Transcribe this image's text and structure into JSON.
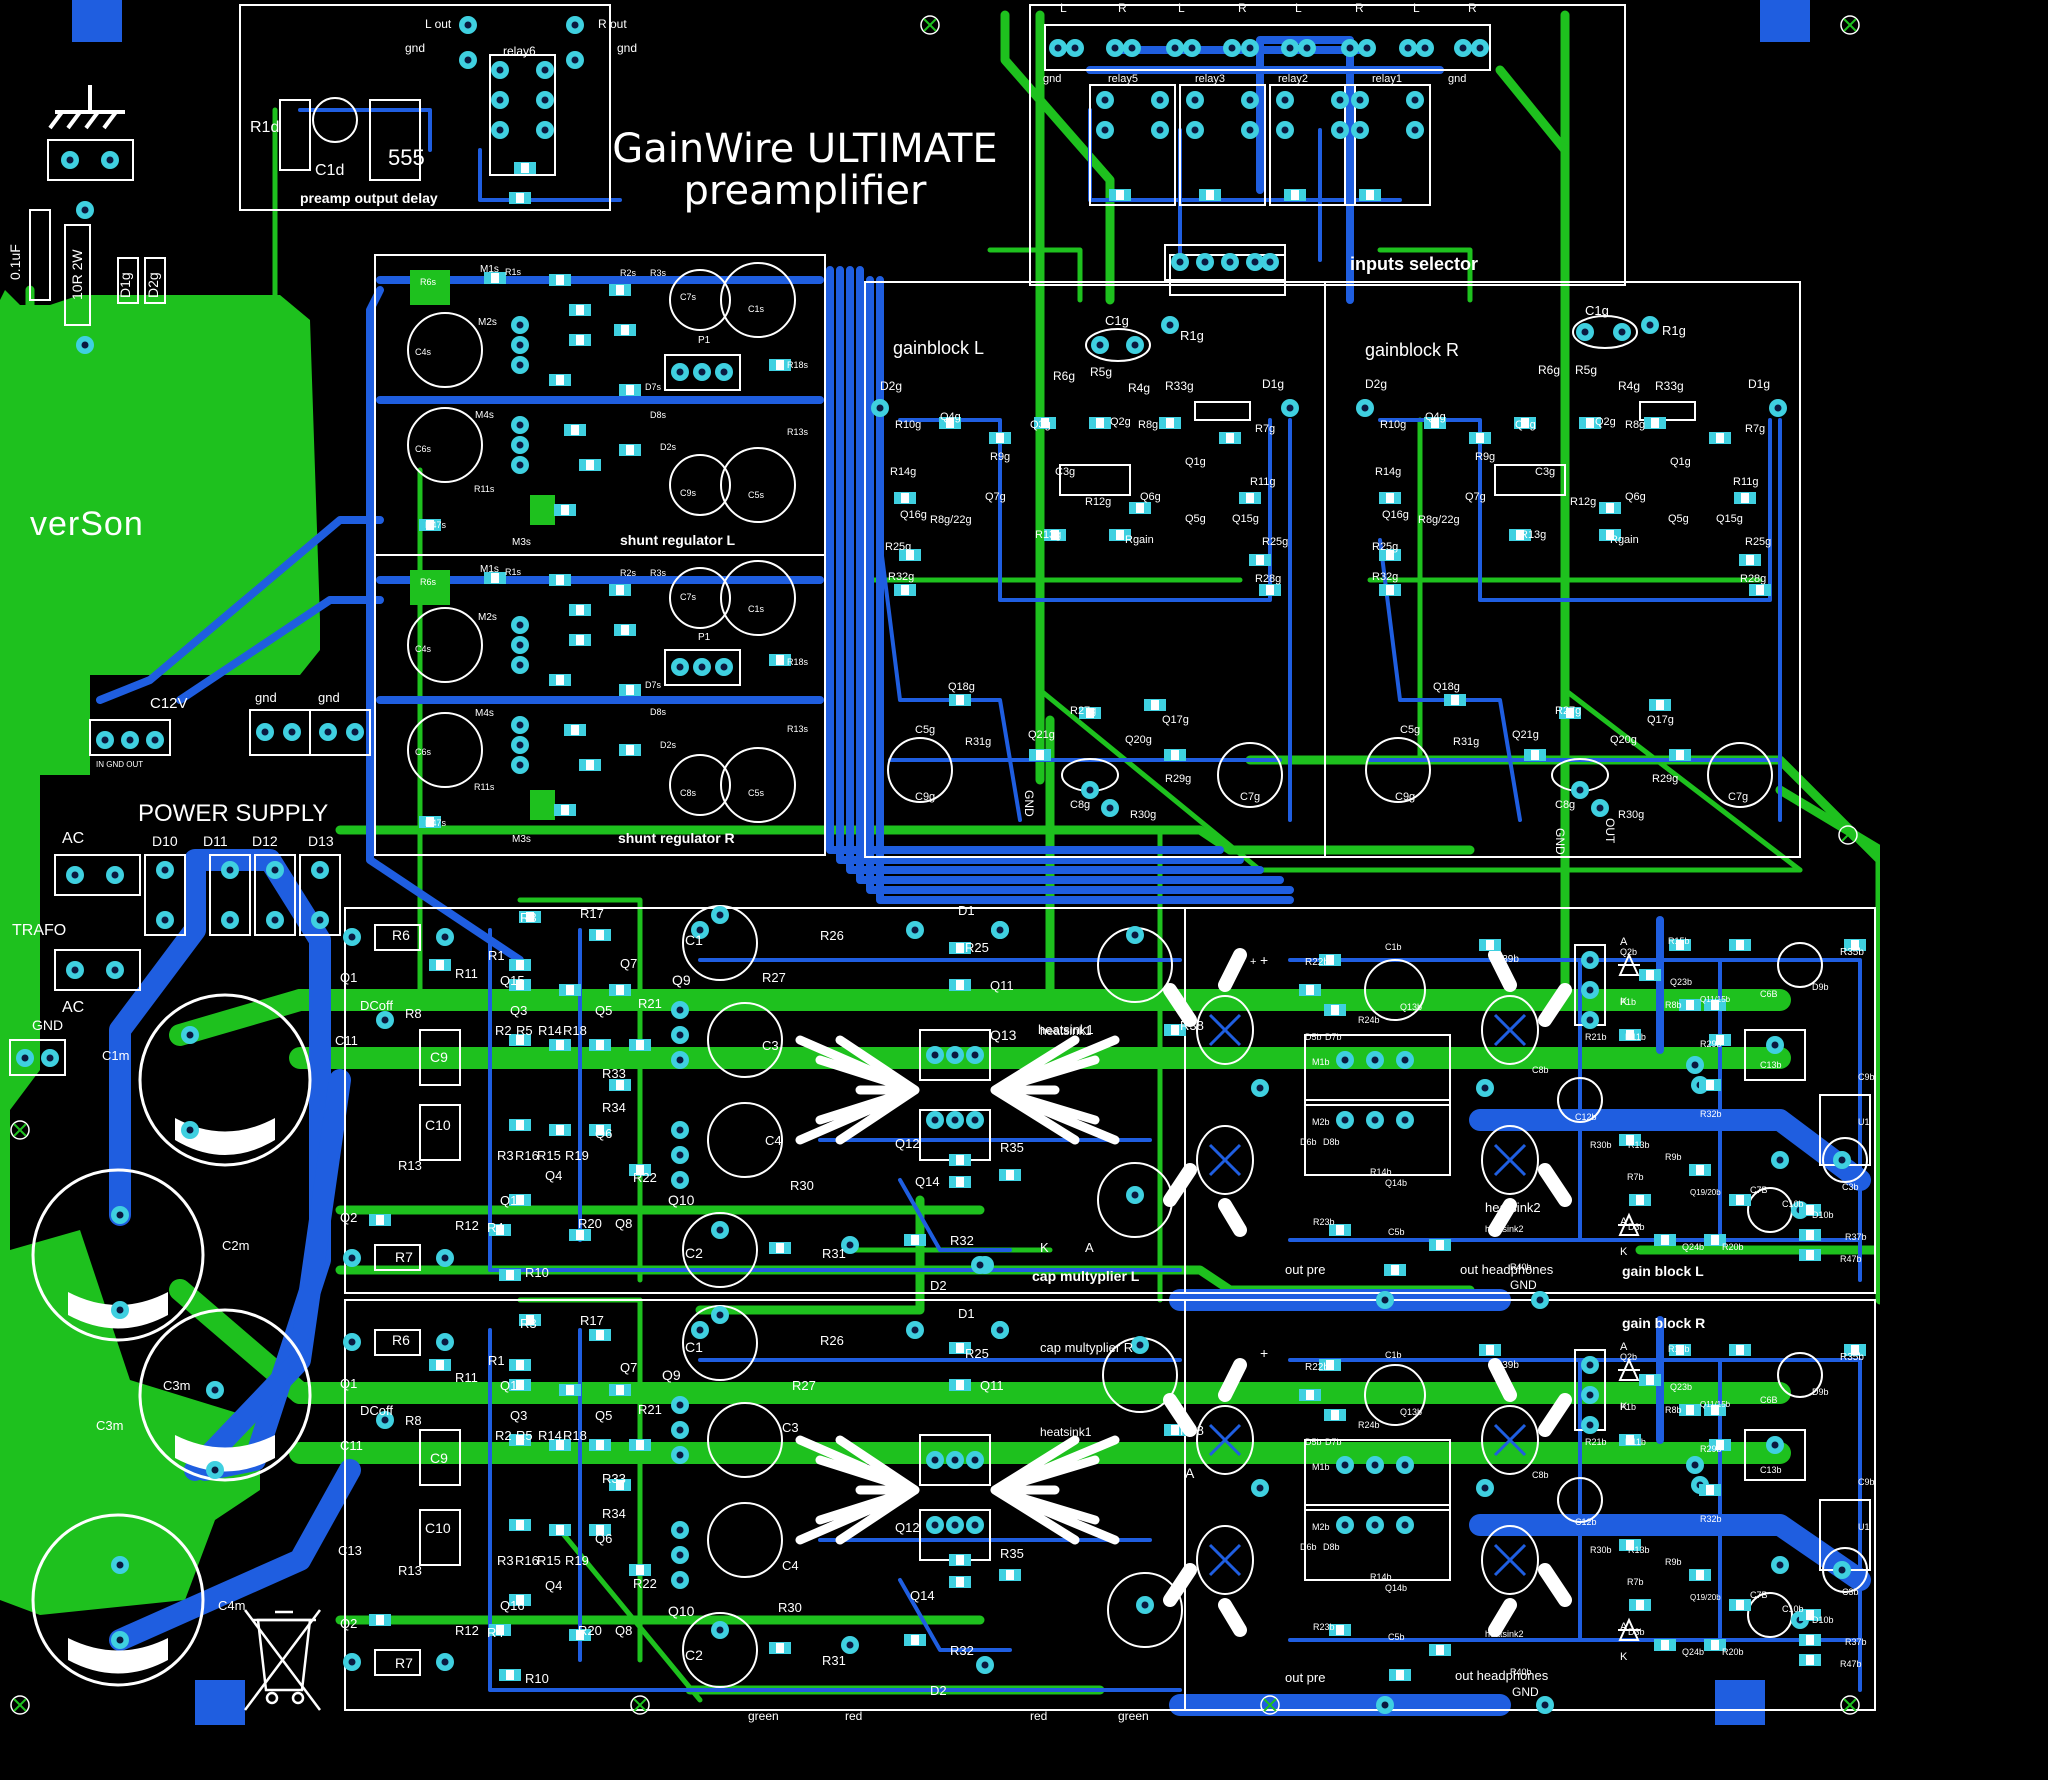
{
  "board": {
    "title_line1": "GainWire ULTIMATE",
    "title_line2": "preamplifier",
    "brand": "verSon",
    "colors": {
      "background": "#000000",
      "top_copper": "#1ec11e",
      "bottom_copper": "#1f5ee0",
      "pads": "#3fd0e0",
      "silkscreen": "#ffffff"
    }
  },
  "sections": {
    "preamp_output_delay": "preamp output delay",
    "inputs_selector": "inputs selector",
    "gainblock_l": "gainblock L",
    "gainblock_r": "gainblock R",
    "shunt_regulator_l": "shunt regulator L",
    "shunt_regulator_r": "shunt regulator R",
    "power_supply": "POWER SUPPLY",
    "cap_multiplier_l": "cap multyplier L",
    "cap_multiplier_r": "cap multyplier R",
    "gain_block_l": "gain block L",
    "gain_block_r": "gain block R",
    "heatsink1": "heatsink1",
    "heatsink2": "heatsink2"
  },
  "connectors": {
    "l_out": "L out",
    "r_out": "R out",
    "gnd": "gnd",
    "relay6": "relay6",
    "relay5": "relay5",
    "relay3": "relay3",
    "relay2": "relay2",
    "relay1": "relay1",
    "channel_l": "L",
    "channel_r": "R",
    "c12v": "C12V",
    "in_gnd_out": "IN GND OUT",
    "ac": "AC",
    "trafo": "TRAFO",
    "gnd_caps": "GND",
    "out_pre": "out pre",
    "out_headphones": "out headphones",
    "gnd_bottom": "GND",
    "out": "OUT",
    "green": "green",
    "red": "red"
  },
  "components": {
    "ic_555": "555",
    "r1d": "R1d",
    "c1d": "C1d",
    "cap_01uf": "0.1uF",
    "r_10r2w": "10R 2W",
    "d1g": "D1g",
    "d2g": "D2g",
    "diodes": [
      "D10",
      "D11",
      "D12",
      "D13"
    ],
    "main_caps": [
      "C1m",
      "C2m",
      "C3m",
      "C4m"
    ],
    "gainblock_parts": [
      "C1g",
      "R1g",
      "R6g",
      "R5g",
      "R4g",
      "R33g",
      "D1g",
      "D2g",
      "R10g",
      "Q4g",
      "Q3g",
      "Q2g",
      "R8g",
      "R7g",
      "R9g",
      "C3g",
      "Q1g",
      "R14g",
      "Q7g",
      "R12g",
      "Q6g",
      "R11g",
      "Q16g",
      "R8g/22g",
      "R13g",
      "Rgain",
      "Q5g",
      "Q15g",
      "R25g",
      "R32g",
      "R28g",
      "Q18g",
      "R27g",
      "Q17g",
      "C5g",
      "R31g",
      "Q21g",
      "Q20g",
      "C9g",
      "C8g",
      "R29g",
      "C7g",
      "R30g",
      "GND"
    ],
    "shunt_parts": [
      "R6s",
      "M1s",
      "R1s",
      "R2s",
      "R3s",
      "C4s",
      "M2s",
      "C7s",
      "C1s",
      "P1",
      "R18s",
      "M4s",
      "C6s",
      "R13s",
      "C9s",
      "C5s",
      "R11s",
      "R47s",
      "M3s",
      "D7s",
      "D8s",
      "D2s"
    ],
    "capmult_parts": [
      "R6",
      "R3",
      "R17",
      "C1",
      "R26",
      "D1",
      "R25",
      "Q1",
      "R11",
      "R1",
      "Q15",
      "Q7",
      "Q9",
      "R27",
      "Q11",
      "DCoff",
      "R8",
      "Q3",
      "Q5",
      "R21",
      "C3",
      "Q13",
      "C9",
      "R2",
      "R5",
      "R14",
      "R18",
      "C11",
      "R33",
      "C10",
      "R34",
      "Q6",
      "C4",
      "R13",
      "R3",
      "R16",
      "R15",
      "R19",
      "Q12",
      "R35",
      "Q16",
      "Q4",
      "R22",
      "Q14",
      "Q10",
      "R30",
      "Q2",
      "R12",
      "R4",
      "R20",
      "Q8",
      "C2",
      "R32",
      "R7",
      "R10",
      "R31",
      "D2",
      "K",
      "A",
      "R38",
      "C13"
    ],
    "gainb_parts": [
      "R22b",
      "C1b",
      "R39b",
      "R15b",
      "R35b",
      "Q2b",
      "Q23b",
      "C6B",
      "D9b",
      "D5b",
      "D7b",
      "R24b",
      "Q13b",
      "P1b",
      "R8b",
      "Q11/15b",
      "M1b",
      "R21b",
      "R11b",
      "R29b",
      "C13b",
      "C9b",
      "C8b",
      "C12b",
      "R32b",
      "M2b",
      "D6b",
      "D8b",
      "R14b",
      "Q14b",
      "R30b",
      "R13b",
      "R9b",
      "R7b",
      "Q19/20b",
      "C7B",
      "C10b",
      "C3b",
      "R23b",
      "C5b",
      "D3b",
      "R40b",
      "R37b",
      "Q24b",
      "R20b",
      "R47b",
      "R34b",
      "D10b",
      "U1"
    ]
  }
}
